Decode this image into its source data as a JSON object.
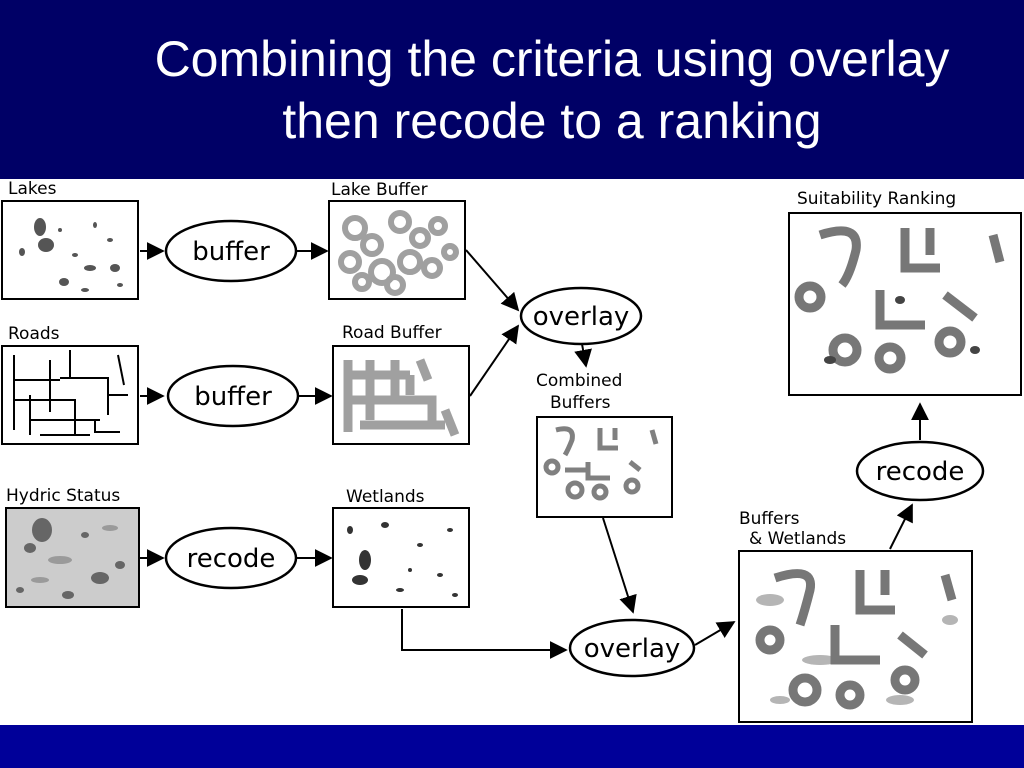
{
  "title": {
    "line1": "Combining the criteria using overlay",
    "line2": "then recode to a ranking"
  },
  "colors": {
    "header_bg": "#000066",
    "footer_bg": "#000099",
    "title_text": "#ffffff",
    "buffer_fill": "#a0a0a0",
    "dark_fill": "#555555",
    "hydric_bg": "#cccccc"
  },
  "labels": {
    "lakes": "Lakes",
    "lake_buffer": "Lake Buffer",
    "roads": "Roads",
    "road_buffer": "Road Buffer",
    "hydric_status": "Hydric Status",
    "wetlands": "Wetlands",
    "combined_line1": "Combined",
    "combined_line2": "Buffers",
    "bw_line1": "Buffers",
    "bw_line2": "& Wetlands",
    "suitability_ranking": "Suitability Ranking"
  },
  "operations": {
    "buffer": "buffer",
    "overlay": "overlay",
    "recode": "recode"
  }
}
